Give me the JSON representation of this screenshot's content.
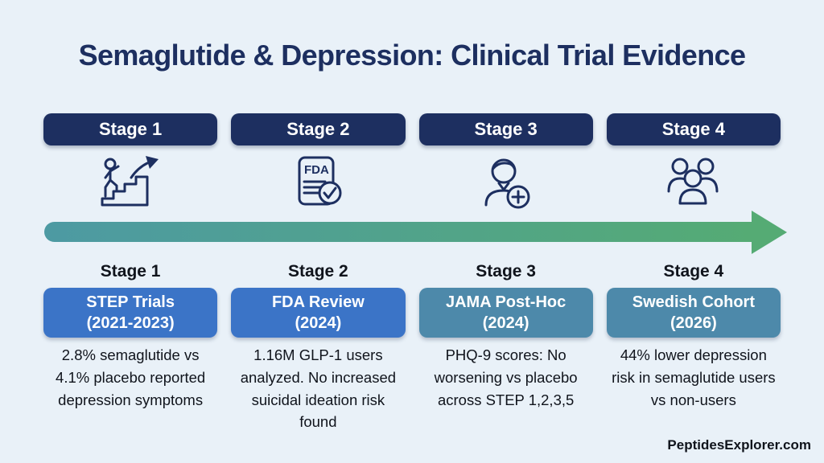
{
  "title": "Semaglutide & Depression: Clinical Trial Evidence",
  "footer": {
    "site": "PeptidesExplorer.com"
  },
  "colors": {
    "background": "#e9f1f8",
    "navy": "#1d2f60",
    "icon_stroke": "#1d2f60",
    "blue_box": "#3b74c7",
    "teal_box": "#4d89aa",
    "arrow_start": "#4d9aa3",
    "arrow_end": "#55ab74",
    "text_dark": "#10141c"
  },
  "icons": {
    "fda_text": "FDA"
  },
  "stages": [
    {
      "pill": "Stage 1",
      "icon": "person-climbing-stairs-icon",
      "label": "Stage 1",
      "box_line1": "STEP Trials",
      "box_line2": "(2021-2023)",
      "description": "2.8% semaglutide vs 4.1% placebo reported depression symptoms"
    },
    {
      "pill": "Stage 2",
      "icon": "fda-approval-document-icon",
      "label": "Stage 2",
      "box_line1": "FDA Review",
      "box_line2": "(2024)",
      "description": "1.16M GLP-1 users analyzed. No increased suicidal ideation risk found"
    },
    {
      "pill": "Stage 3",
      "icon": "patient-medical-cross-icon",
      "label": "Stage 3",
      "box_line1": "JAMA Post-Hoc",
      "box_line2": "(2024)",
      "description": "PHQ-9 scores: No worsening vs placebo across STEP 1,2,3,5"
    },
    {
      "pill": "Stage 4",
      "icon": "people-group-icon",
      "label": "Stage 4",
      "box_line1": "Swedish Cohort",
      "box_line2": "(2026)",
      "description": "44% lower depression risk in semaglutide users vs non-users"
    }
  ]
}
